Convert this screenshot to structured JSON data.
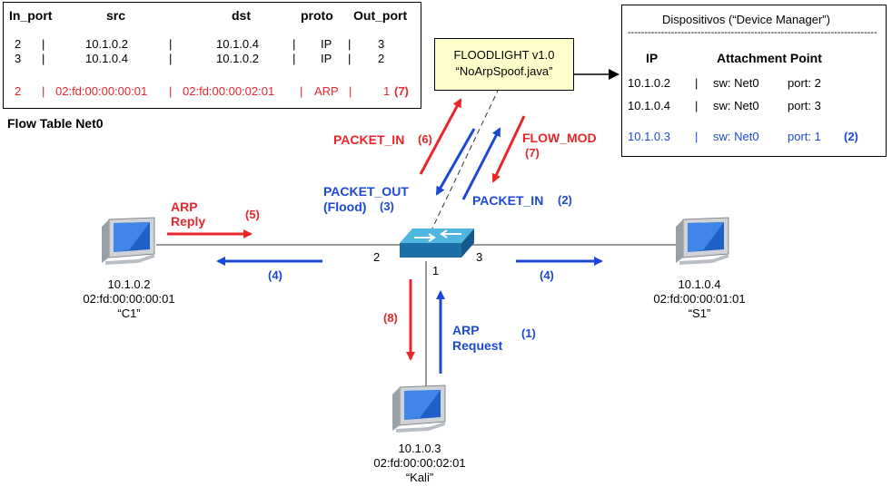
{
  "flow_table": {
    "headers": {
      "in_port": "In_port",
      "src": "src",
      "dst": "dst",
      "proto": "proto",
      "out_port": "Out_port"
    },
    "rows": [
      {
        "in_port": "2",
        "src": "10.1.0.2",
        "dst": "10.1.0.4",
        "proto": "IP",
        "out_port": "3",
        "extra": ""
      },
      {
        "in_port": "3",
        "src": "10.1.0.4",
        "dst": "10.1.0.2",
        "proto": "IP",
        "out_port": "2",
        "extra": ""
      },
      {
        "in_port": "2",
        "src": "02:fd:00:00:00:01",
        "dst": "02:fd:00:00:02:01",
        "proto": "ARP",
        "out_port": "1",
        "extra": "(7)"
      }
    ],
    "sep": "|",
    "caption": "Flow Table Net0"
  },
  "controller": {
    "line1": "FLOODLIGHT  v1.0",
    "line2": "“NoArpSpoof.java”"
  },
  "device_manager": {
    "title": "Dispositivos (“Device Manager”)",
    "dashes": "---------------------------------------------------------------------------",
    "col_ip": "IP",
    "col_ap": "Attachment Point",
    "rows": [
      {
        "ip": "10.1.0.2",
        "sw": "sw: Net0",
        "port": "port: 2",
        "extra": ""
      },
      {
        "ip": "10.1.0.4",
        "sw": "sw: Net0",
        "port": "port: 3",
        "extra": ""
      },
      {
        "ip": "10.1.0.3",
        "sw": "sw: Net0",
        "port": "port: 1",
        "extra": "(2)"
      }
    ],
    "sep": "|"
  },
  "labels": {
    "packet_in_6": "PACKET_IN",
    "n6": "(6)",
    "flow_mod": "FLOW_MOD",
    "n7": "(7)",
    "packet_out": "PACKET_OUT",
    "flood": "(Flood)",
    "n3": "(3)",
    "packet_in_2": "PACKET_IN",
    "n2": "(2)",
    "arp_reply_1": "ARP",
    "arp_reply_2": "Reply",
    "n5": "(5)",
    "n4_left": "(4)",
    "n4_right": "(4)",
    "n8": "(8)",
    "arp_request_1": "ARP",
    "arp_request_2": "Request",
    "n1": "(1)",
    "port2": "2",
    "port3": "3",
    "port1": "1"
  },
  "hosts": {
    "c1": {
      "ip": "10.1.0.2",
      "mac": "02:fd:00:00:00:01",
      "name": "“C1”"
    },
    "s1": {
      "ip": "10.1.0.4",
      "mac": "02:fd:00:00:01:01",
      "name": "“S1”"
    },
    "kali": {
      "ip": "10.1.0.3",
      "mac": "02:fd:00:00:02:01",
      "name": "“Kali”"
    }
  },
  "colors": {
    "red": "#e8262b",
    "blue": "#1b49d6",
    "controller_bg": "#ffffcc"
  }
}
